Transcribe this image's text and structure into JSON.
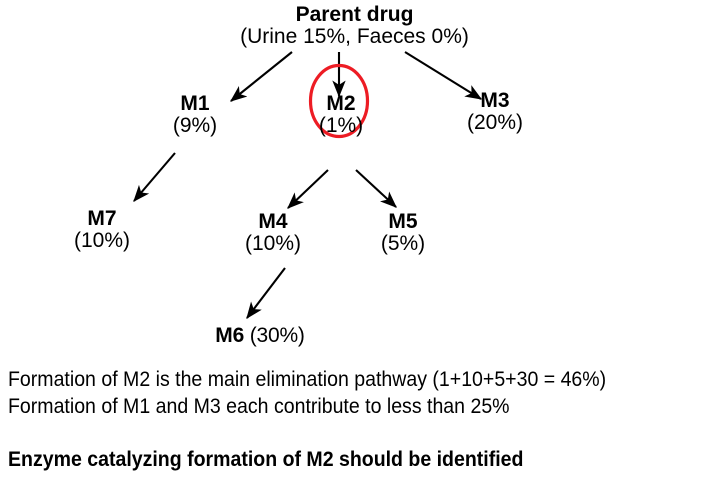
{
  "diagram": {
    "type": "metabolic-pathway-tree",
    "accent_color": "#ED1C24",
    "highlight": {
      "node": "M2",
      "shape": "ellipse",
      "color": "#ED1C24"
    },
    "nodes": [
      {
        "id": "parent",
        "name": "Parent drug",
        "detail": "(Urine 15%, Faeces 0%)",
        "tier": 0
      },
      {
        "id": "m1",
        "name": "M1",
        "detail": "(9%)",
        "tier": 1
      },
      {
        "id": "m2",
        "name": "M2",
        "detail": "(1%)",
        "tier": 1,
        "circled": true
      },
      {
        "id": "m3",
        "name": "M3",
        "detail": "(20%)",
        "tier": 1
      },
      {
        "id": "m7",
        "name": "M7",
        "detail": "(10%)",
        "tier": 2
      },
      {
        "id": "m4",
        "name": "M4",
        "detail": "(10%)",
        "tier": 2
      },
      {
        "id": "m5",
        "name": "M5",
        "detail": "(5%)",
        "tier": 2
      },
      {
        "id": "m6",
        "name": "M6",
        "detail": "(30%)",
        "tier": 3
      }
    ],
    "edges": [
      {
        "from": "parent",
        "to": "m1"
      },
      {
        "from": "parent",
        "to": "m2"
      },
      {
        "from": "parent",
        "to": "m3"
      },
      {
        "from": "m1",
        "to": "m7"
      },
      {
        "from": "m2",
        "to": "m4"
      },
      {
        "from": "m2",
        "to": "m5"
      },
      {
        "from": "m4",
        "to": "m6"
      }
    ]
  },
  "captions": {
    "line_1": "Formation of M2 is the main elimination pathway (1+10+5+30 = 46%)",
    "line_2": "Formation of M1 and M3 each contribute to less than 25%",
    "line_3": "Enzyme catalyzing formation of M2 should be identified"
  }
}
